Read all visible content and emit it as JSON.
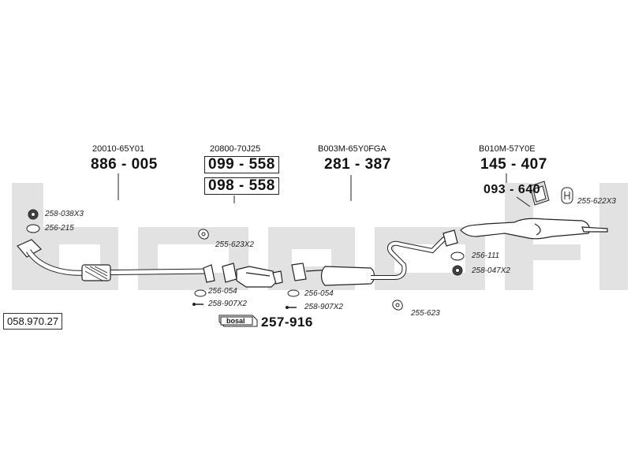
{
  "diagram_code": "058.970.27",
  "brand_watermark": "bosal",
  "sections": [
    {
      "ref": "20010-65Y01",
      "part": "886 - 005"
    },
    {
      "ref": "20800-70J25",
      "parts": [
        "099 - 558",
        "098 - 558"
      ]
    },
    {
      "ref": "B003M-65Y0FGA",
      "part": "281 - 387"
    },
    {
      "ref": "B010M-57Y0E",
      "part": "145 - 407",
      "part_hanger": "093 - 640"
    }
  ],
  "accessories": {
    "a1": "258-038X3",
    "a2": "256-215",
    "a3": "255-623X2",
    "a4": "256-054",
    "a5": "258-907X2",
    "a6": "256-054",
    "a7": "258-907X2",
    "a8": "255-623",
    "a9": "256-111",
    "a10": "258-047X2",
    "a11": "255-622X3"
  },
  "kit": {
    "label": "bosal",
    "part": "257-916"
  }
}
